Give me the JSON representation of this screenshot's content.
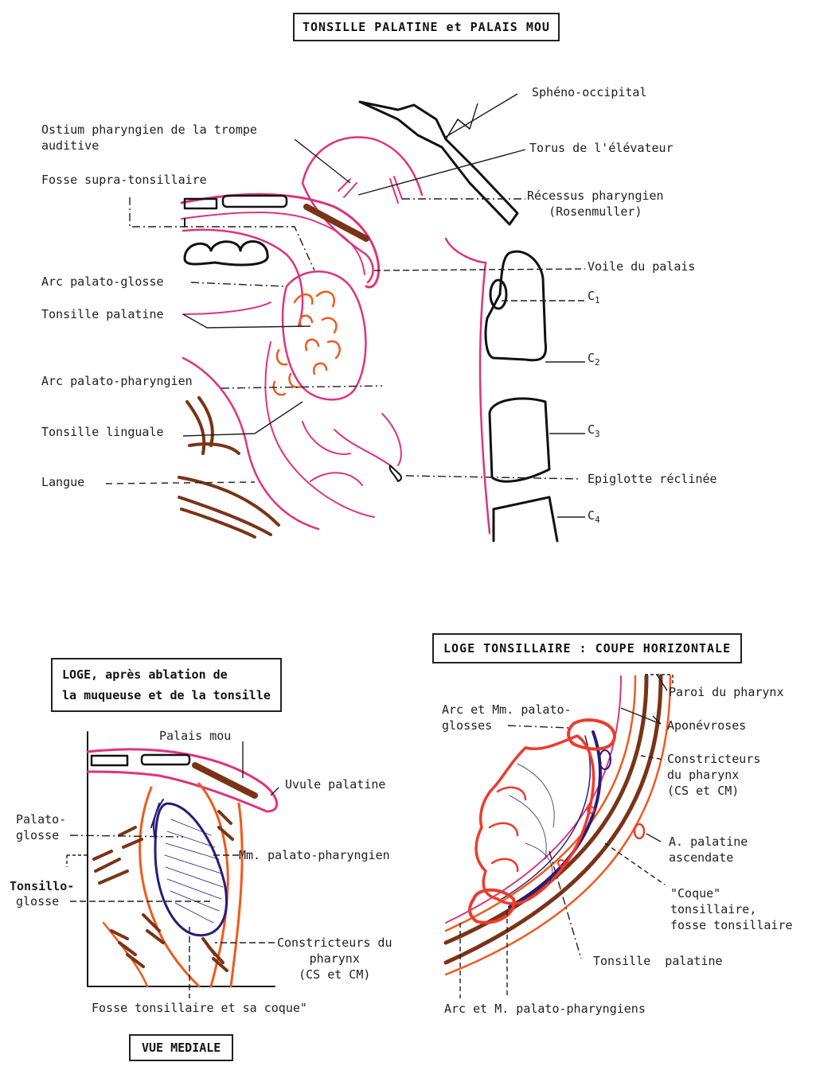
{
  "titles": {
    "main": "TONSILLE PALATINE et PALAIS MOU",
    "loge": "LOGE, après ablation de\nla muqueuse et de la tonsille",
    "coupe": "LOGE TONSILLAIRE : COUPE HORIZONTALE",
    "vue": "VUE MEDIALE"
  },
  "top_labels": {
    "spheno": "Sphéno-occipital",
    "ostium": "Ostium pharyngien de la trompe\nauditive",
    "torus": "Torus de l'élévateur",
    "fosse_supra": "Fosse supra-tonsillaire",
    "recessus": "Récessus pharyngien\n(Rosenmuller)",
    "voile": "Voile du palais",
    "arc_glosse": "Arc palato-glosse",
    "tonsille_pal": "Tonsille palatine",
    "arc_phar": "Arc palato-pharyngien",
    "tonsille_ling": "Tonsille linguale",
    "langue": "Langue",
    "epiglotte": "Epiglotte réclinée",
    "c1": "C",
    "c1s": "1",
    "c2": "C",
    "c2s": "2",
    "c3": "C",
    "c3s": "3",
    "c4": "C",
    "c4s": "4"
  },
  "left_labels": {
    "palais_mou": "Palais mou",
    "uvule": "Uvule palatine",
    "palato_glosse": "Palato-\nglosse",
    "mm_palato": "Mm. palato-pharyngien",
    "tonsillo": "Tonsillo-",
    "glosse": "glosse",
    "constricteurs": "Constricteurs du\npharynx\n(CS et CM)",
    "fosse": "Fosse tonsillaire et sa coque\""
  },
  "right_labels": {
    "paroi": "Paroi du pharynx",
    "arc_mm": "Arc et Mm. palato-\nglosses",
    "aponevroses": "Aponévroses",
    "constricteurs": "Constricteurs\ndu pharynx\n(CS et CM)",
    "a_palatine": "A. palatine\nascendate",
    "coque": "\"Coque\"\ntonsillaire,\nfosse tonsillaire",
    "tonsille": "Tonsille  palatine",
    "arc_m": "Arc et M. palato-pharyngiens"
  },
  "colors": {
    "pink": "#e0337a",
    "orange": "#ef5a1e",
    "brown": "#7a3316",
    "navy": "#2a1a7a",
    "ink": "#1e1e1e"
  }
}
